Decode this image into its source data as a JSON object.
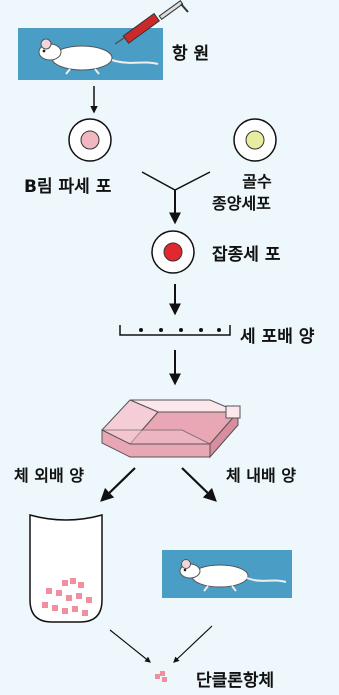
{
  "labels": {
    "antigen": "항 원",
    "b_cell": "B림 파세 포",
    "myeloma_line1": "골수",
    "myeloma_line2": "종양세포",
    "hybridoma": "잡종세 포",
    "cell_culture": "세 포배 양",
    "in_vitro": "체 외배 양",
    "in_vivo": "체 내배 양",
    "antibody": "단클론항체"
  },
  "colors": {
    "background": "#eef8fc",
    "mouse_panel": "#4a9ec6",
    "b_cell_nucleus": "#f2b8c2",
    "myeloma_nucleus": "#e6eca0",
    "hybridoma_nucleus": "#e0282e",
    "flask": "#e9a6b4",
    "antibody_particles": "#f0909e"
  },
  "icons": [
    "syringe-icon",
    "mouse-icon",
    "culture-flask-icon",
    "culture-tube-icon",
    "culture-plate-icon"
  ]
}
